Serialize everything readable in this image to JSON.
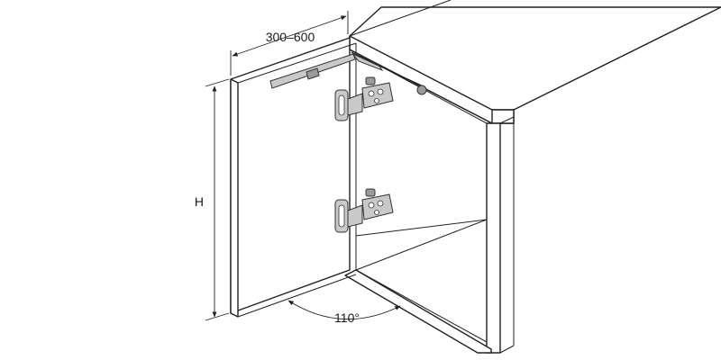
{
  "labels": {
    "width_range": "300–600",
    "height": "H",
    "opening_angle": "110°"
  },
  "colors": {
    "line": "#222222",
    "metal": "#c9c9c9",
    "background": "#ffffff"
  }
}
